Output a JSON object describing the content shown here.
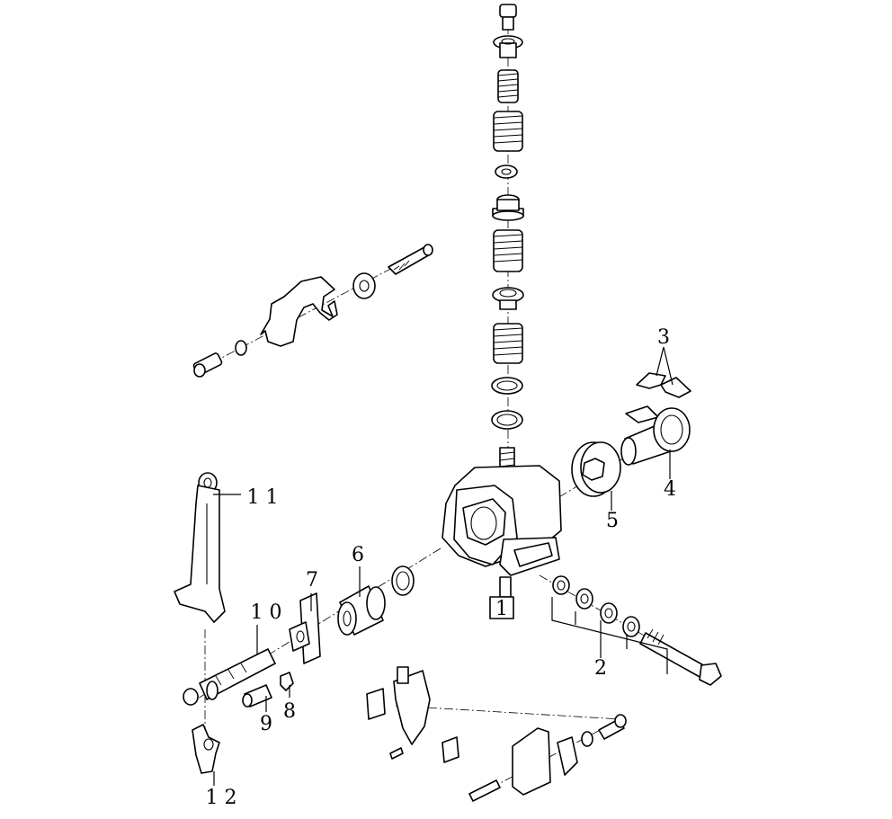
{
  "diagram": {
    "callouts": {
      "c1": "1",
      "c2": "2",
      "c3": "3",
      "c4": "4",
      "c5": "5",
      "c6": "6",
      "c7": "7",
      "c8": "8",
      "c9": "9",
      "c10": "1 0",
      "c11": "1 1",
      "c12": "1 2"
    }
  }
}
